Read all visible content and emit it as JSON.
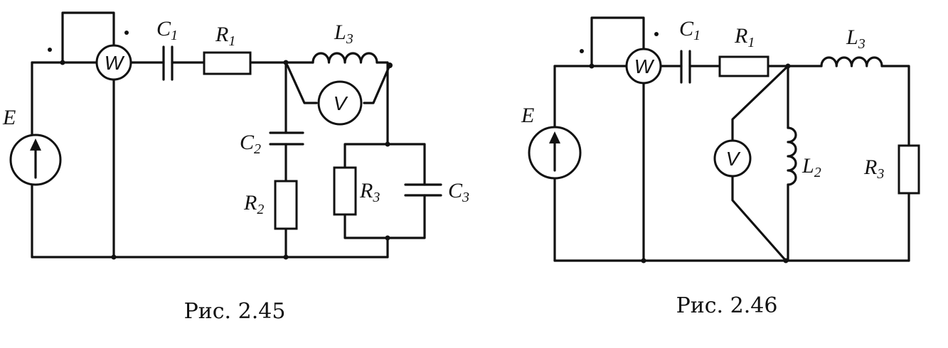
{
  "figures": [
    {
      "caption": "Рис. 2.45",
      "labels": {
        "source": "E",
        "wattmeter": "W",
        "voltmeter": "V",
        "C1": {
          "main": "C",
          "sub": "1"
        },
        "R1": {
          "main": "R",
          "sub": "1"
        },
        "L3": {
          "main": "L",
          "sub": "3"
        },
        "C2": {
          "main": "C",
          "sub": "2"
        },
        "R2": {
          "main": "R",
          "sub": "2"
        },
        "R3": {
          "main": "R",
          "sub": "3"
        },
        "C3": {
          "main": "C",
          "sub": "3"
        }
      }
    },
    {
      "caption": "Рис. 2.46",
      "labels": {
        "source": "E",
        "wattmeter": "W",
        "voltmeter": "V",
        "C1": {
          "main": "C",
          "sub": "1"
        },
        "R1": {
          "main": "R",
          "sub": "1"
        },
        "L3": {
          "main": "L",
          "sub": "3"
        },
        "L2": {
          "main": "L",
          "sub": "2"
        },
        "R3": {
          "main": "R",
          "sub": "3"
        }
      }
    }
  ]
}
